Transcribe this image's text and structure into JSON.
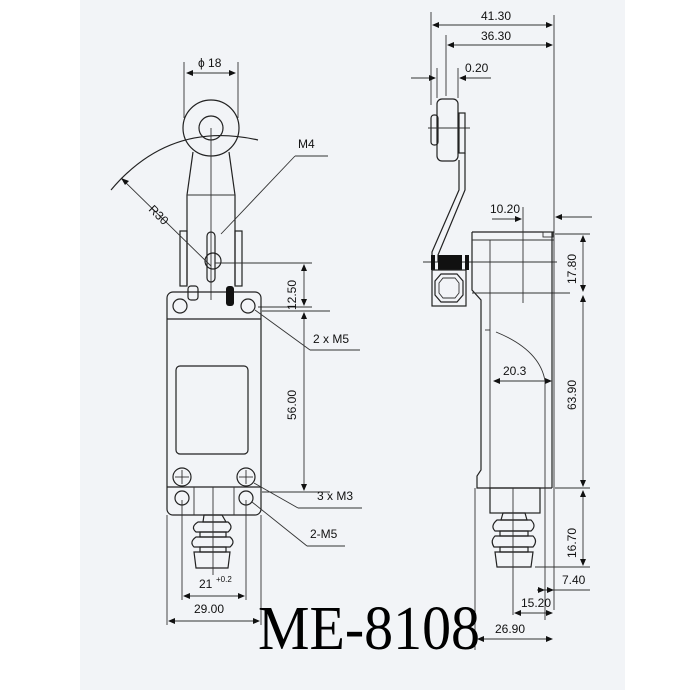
{
  "drawing": {
    "title": "ME-8108",
    "background_color": "#f2f4f7",
    "front_view": {
      "labels": {
        "roller_diameter": "ϕ 18",
        "screw": "M4",
        "radius": "R30",
        "lever_height": "12.50",
        "mount_holes_top": "2 x M5",
        "body_height": "56.00",
        "screws_bottom": "3 x M3",
        "mount_holes_bottom": "2-M5",
        "hole_spacing": "21",
        "hole_spacing_tol": "+0.2",
        "body_width": "29.00"
      }
    },
    "side_view": {
      "labels": {
        "overall_depth": "41.30",
        "lever_depth": "36.30",
        "roller_offset": "0.20",
        "lever_offset": "10.20",
        "head_height": "17.80",
        "arc_radius": "20.3",
        "body_height": "63.90",
        "plunger_height": "16.70",
        "plunger_offset": "7.40",
        "plunger_center": "15.20",
        "body_depth": "26.90"
      }
    }
  }
}
